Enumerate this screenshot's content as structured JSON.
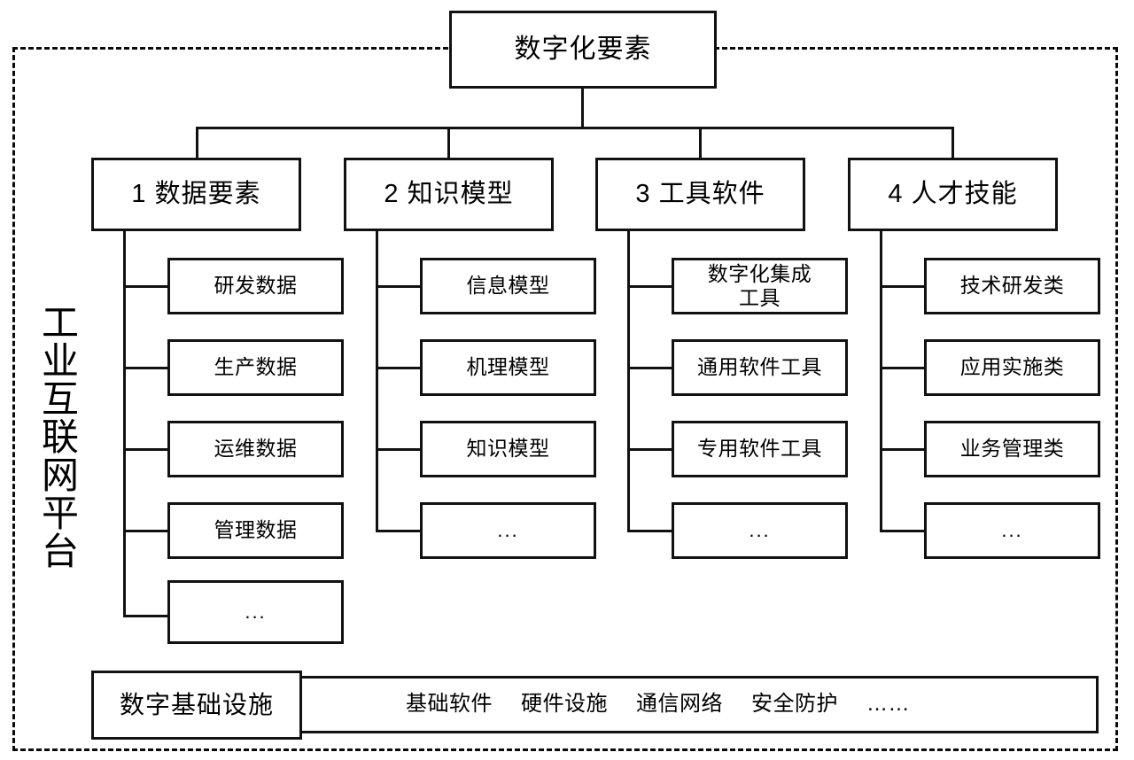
{
  "diagram": {
    "title": "数字化要素",
    "platform_label": "工业互联网平台",
    "ellipsis": "...",
    "root": {
      "label": "数字化要素"
    },
    "categories": [
      {
        "label": "1 数据要素",
        "children": [
          {
            "label": "研发数据"
          },
          {
            "label": "生产数据"
          },
          {
            "label": "运维数据"
          },
          {
            "label": "管理数据"
          },
          {
            "label": "..."
          }
        ]
      },
      {
        "label": "2 知识模型",
        "children": [
          {
            "label": "信息模型"
          },
          {
            "label": "机理模型"
          },
          {
            "label": "知识模型"
          },
          {
            "label": "..."
          }
        ]
      },
      {
        "label": "3 工具软件",
        "children": [
          {
            "label": "数字化集成\n工具"
          },
          {
            "label": "通用软件工具"
          },
          {
            "label": "专用软件工具"
          },
          {
            "label": "..."
          }
        ]
      },
      {
        "label": "4 人才技能",
        "children": [
          {
            "label": "技术研发类"
          },
          {
            "label": "应用实施类"
          },
          {
            "label": "业务管理类"
          },
          {
            "label": "..."
          }
        ]
      }
    ],
    "infrastructure": {
      "label": "数字基础设施",
      "items": [
        "基础软件",
        "硬件设施",
        "通信网络",
        "安全防护",
        "……"
      ]
    },
    "colors": {
      "stroke": "#111111",
      "background": "#ffffff",
      "text": "#000000"
    }
  }
}
